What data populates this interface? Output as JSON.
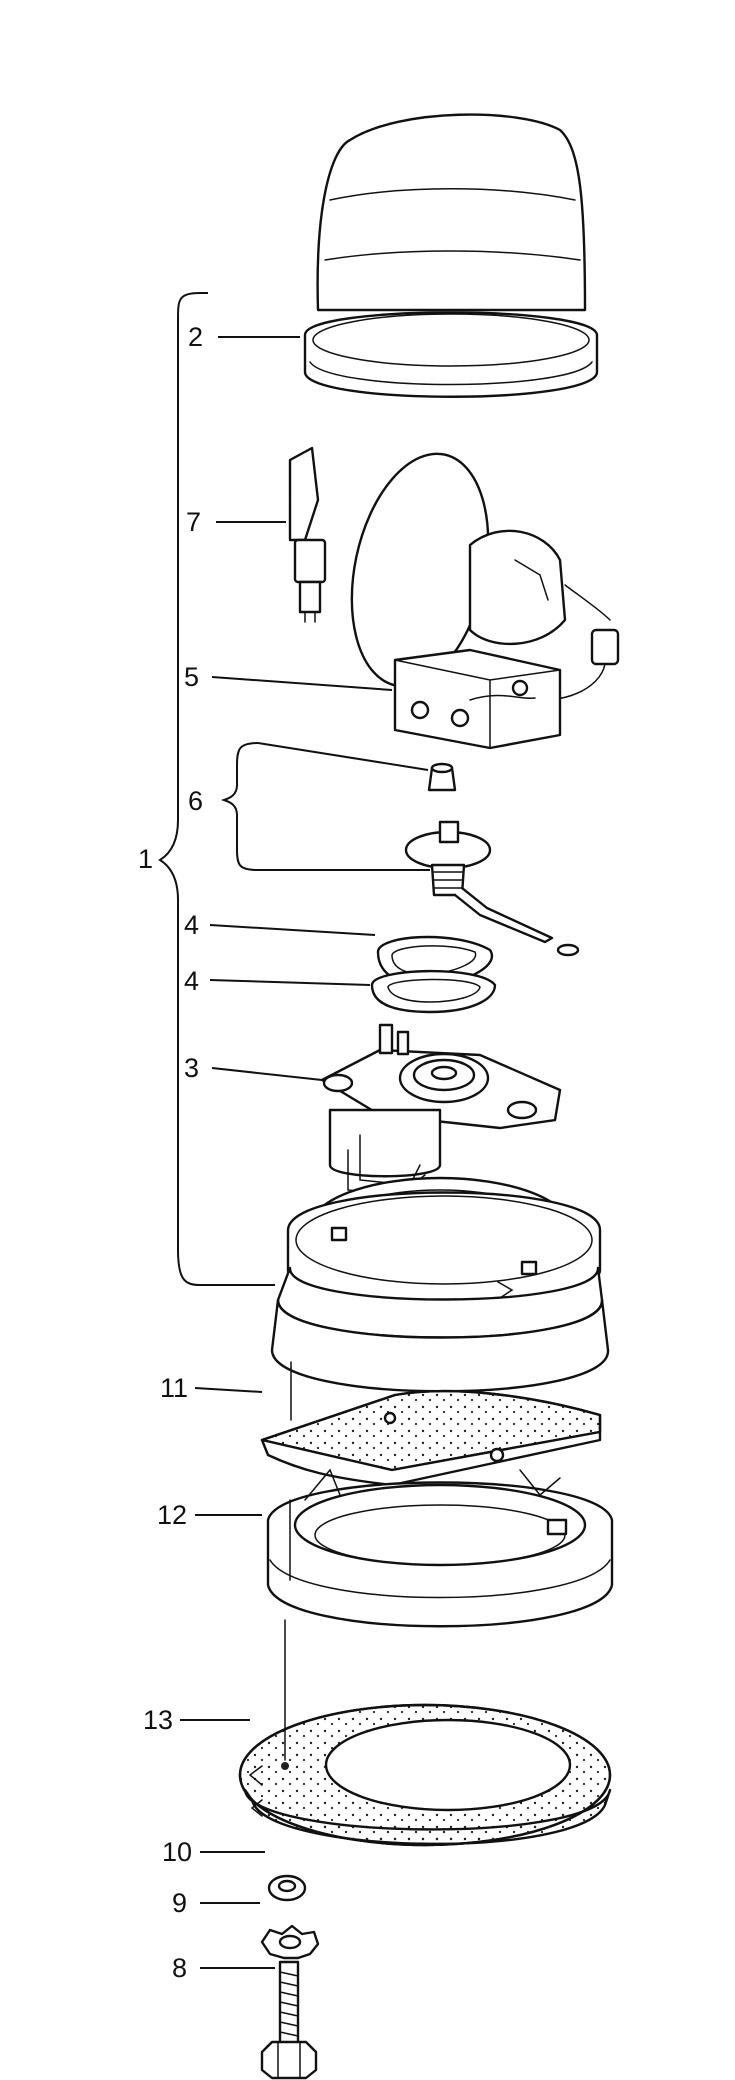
{
  "callouts": [
    {
      "id": "1",
      "text": "1"
    },
    {
      "id": "2",
      "text": "2"
    },
    {
      "id": "7",
      "text": "7"
    },
    {
      "id": "5",
      "text": "5"
    },
    {
      "id": "6",
      "text": "6"
    },
    {
      "id": "4a",
      "text": "4"
    },
    {
      "id": "4b",
      "text": "4"
    },
    {
      "id": "3",
      "text": "3"
    },
    {
      "id": "11",
      "text": "11"
    },
    {
      "id": "12",
      "text": "12"
    },
    {
      "id": "13",
      "text": "13"
    },
    {
      "id": "10",
      "text": "10"
    },
    {
      "id": "9",
      "text": "9"
    },
    {
      "id": "8",
      "text": "8"
    }
  ]
}
